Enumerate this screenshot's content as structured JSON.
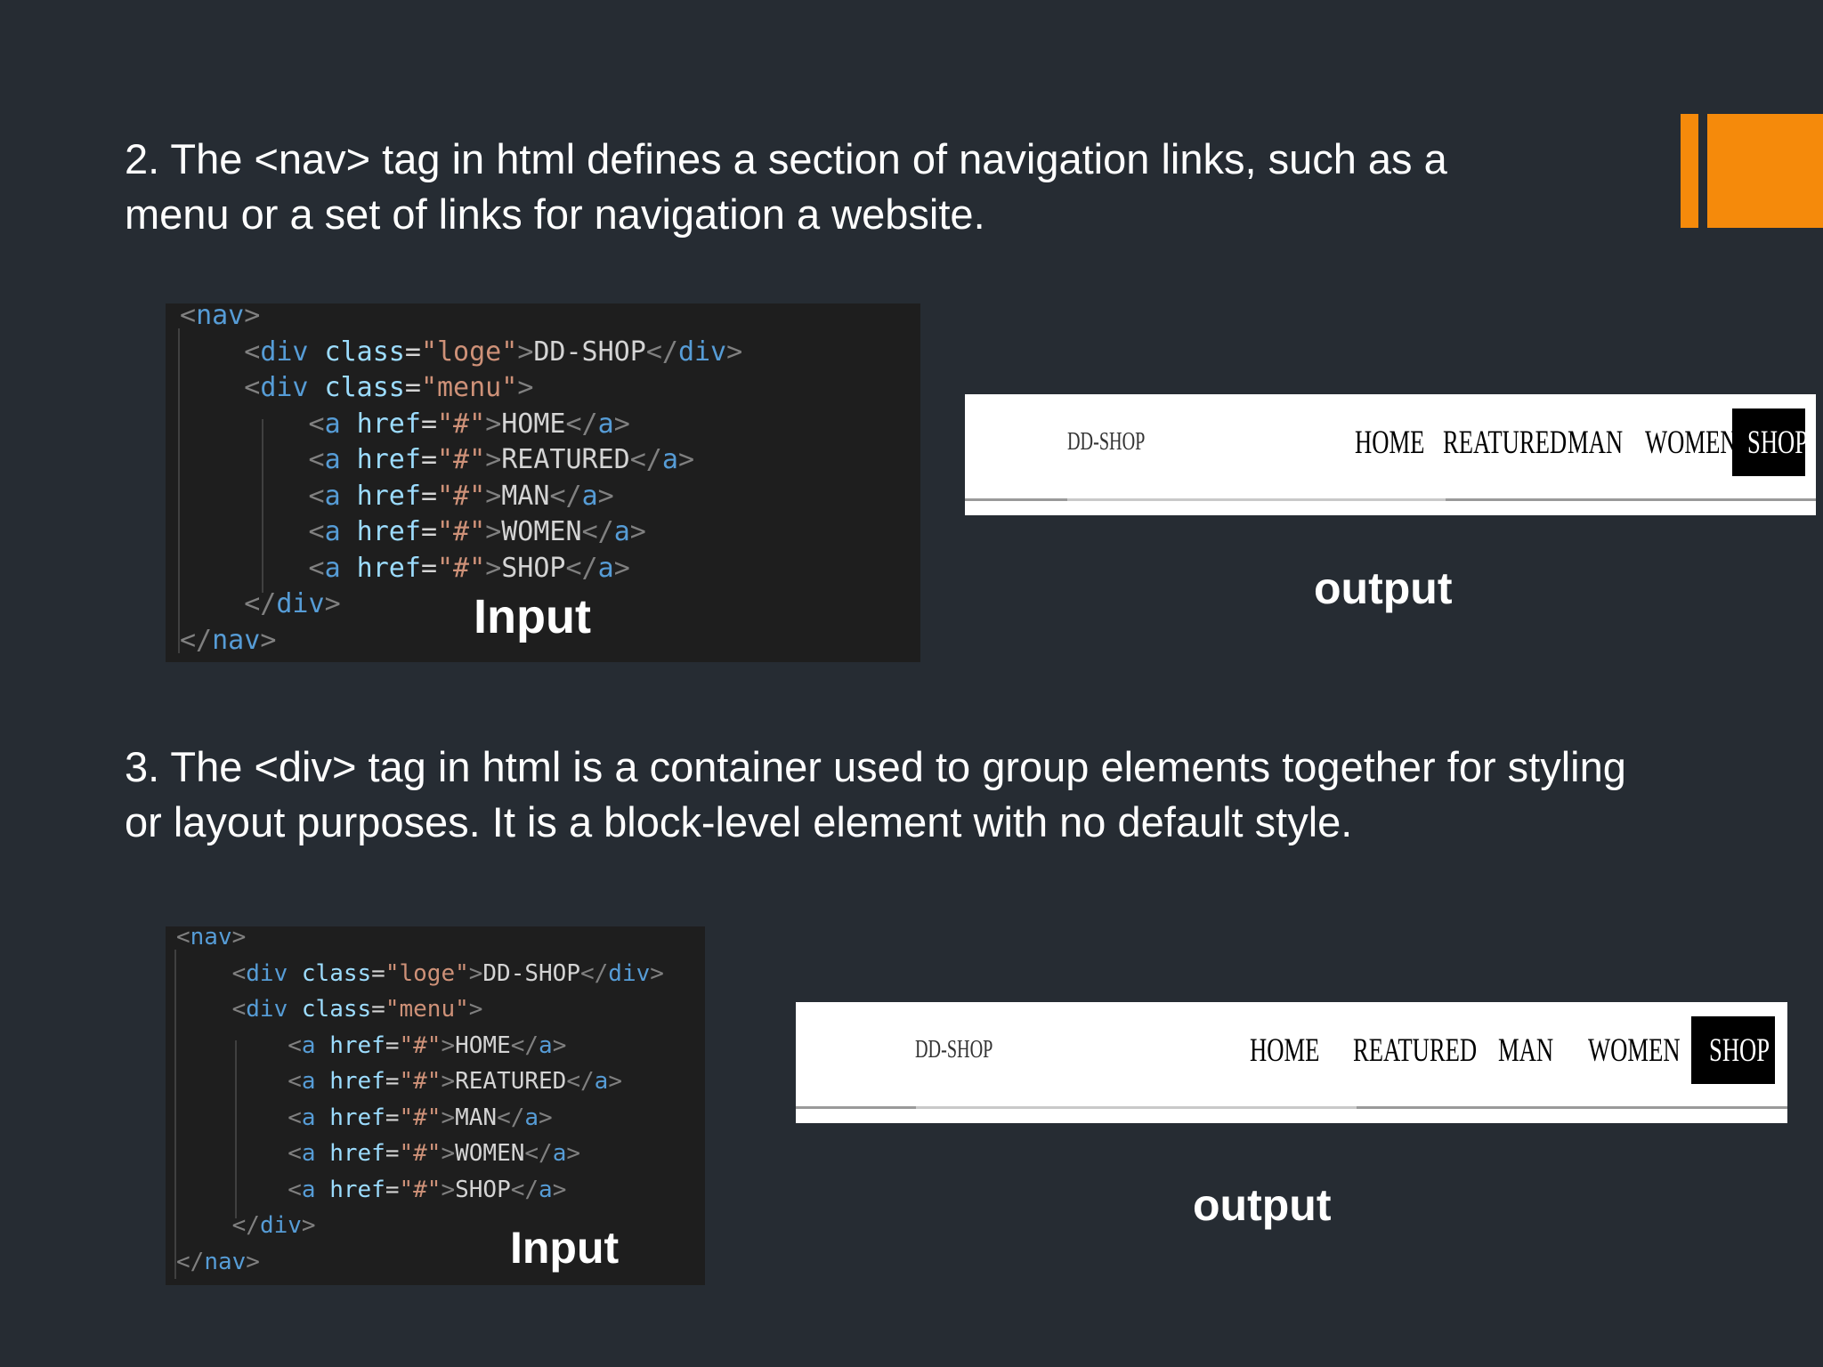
{
  "sections": [
    {
      "text_lines": [
        "2. The <nav> tag in html defines a section of navigation links, such as a",
        "menu or a set of links for navigation a website."
      ],
      "code_lines": [
        "<nav>",
        "    <div class=\"loge\">DD-SHOP</div>",
        "    <div class=\"menu\">",
        "        <a href=\"#\">HOME</a>",
        "        <a href=\"#\">REATURED</a>",
        "        <a href=\"#\">MAN</a>",
        "        <a href=\"#\">WOMEN</a>",
        "        <a href=\"#\">SHOP</a>",
        "    </div>",
        "</nav>"
      ],
      "code_label": "Input",
      "output_label": "output",
      "nav_preview": {
        "logo": "DD-SHOP",
        "menu": [
          "HOME",
          "REATURED",
          "MAN",
          "WOMEN"
        ],
        "cta": "SHOP"
      }
    },
    {
      "text_lines": [
        "3. The <div> tag in html is a container used to group elements together for styling",
        "or layout purposes. It is a block-level element with no default style."
      ],
      "code_lines": [
        "<nav>",
        "    <div class=\"loge\">DD-SHOP</div>",
        "    <div class=\"menu\">",
        "        <a href=\"#\">HOME</a>",
        "        <a href=\"#\">REATURED</a>",
        "        <a href=\"#\">MAN</a>",
        "        <a href=\"#\">WOMEN</a>",
        "        <a href=\"#\">SHOP</a>",
        "    </div>",
        "</nav>"
      ],
      "code_label": "Input",
      "output_label": "output",
      "nav_preview": {
        "logo": "DD-SHOP",
        "menu": [
          "HOME",
          "REATURED",
          "MAN",
          "WOMEN"
        ],
        "cta": "SHOP"
      }
    }
  ],
  "colors": {
    "background": "#262c33",
    "accent": "#f58a0b",
    "code_background": "#1e1e1e",
    "code_tag": "#569cd6",
    "code_attr": "#9cdcfe",
    "code_string": "#ce9178",
    "code_text": "#d4d4d4"
  }
}
